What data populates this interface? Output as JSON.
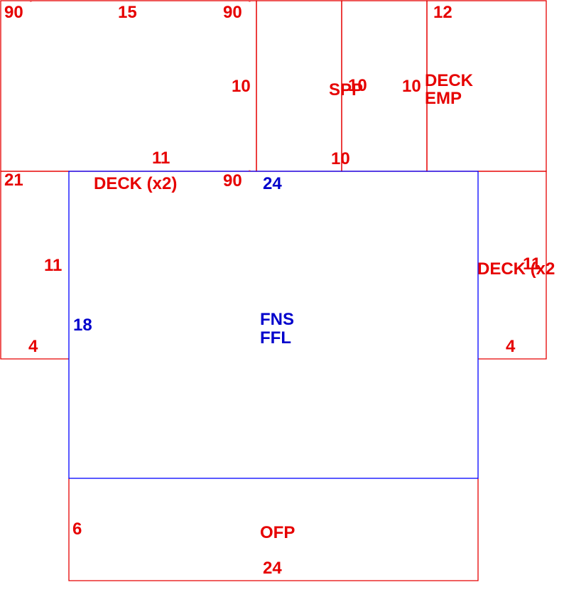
{
  "colors": {
    "line_red": "#e60000",
    "line_blue": "#0000ff",
    "text_red": "#e60000",
    "text_blue": "#0000cc"
  },
  "labels": {
    "tl_angle_left": "90",
    "tl_top_dim": "15",
    "tl_angle_right": "90",
    "tl_right_dim": "10",
    "tl_bottom_dim": "11",
    "deck_x2_top": "DECK (x2)",
    "left_dim_21": "21",
    "left_dim_11": "11",
    "left_bottom_dim": "4",
    "angle_mid": "90",
    "spp_label": "SPP",
    "spp_dim": "10",
    "spp_bottom_dim": "10",
    "emp_left_dim": "10",
    "emp_top_dim": "12",
    "deck_emp_line1": "DECK",
    "deck_emp_line2": "EMP",
    "fns_top_dim": "24",
    "fns_left_dim": "18",
    "fns_line1": "FNS",
    "fns_line2": "FFL",
    "right_deck_label": "DECK (x2",
    "right_dim_11": "11",
    "right_bottom_dim": "4",
    "ofp_label": "OFP",
    "ofp_left_dim": "6",
    "ofp_bottom_dim": "24"
  }
}
